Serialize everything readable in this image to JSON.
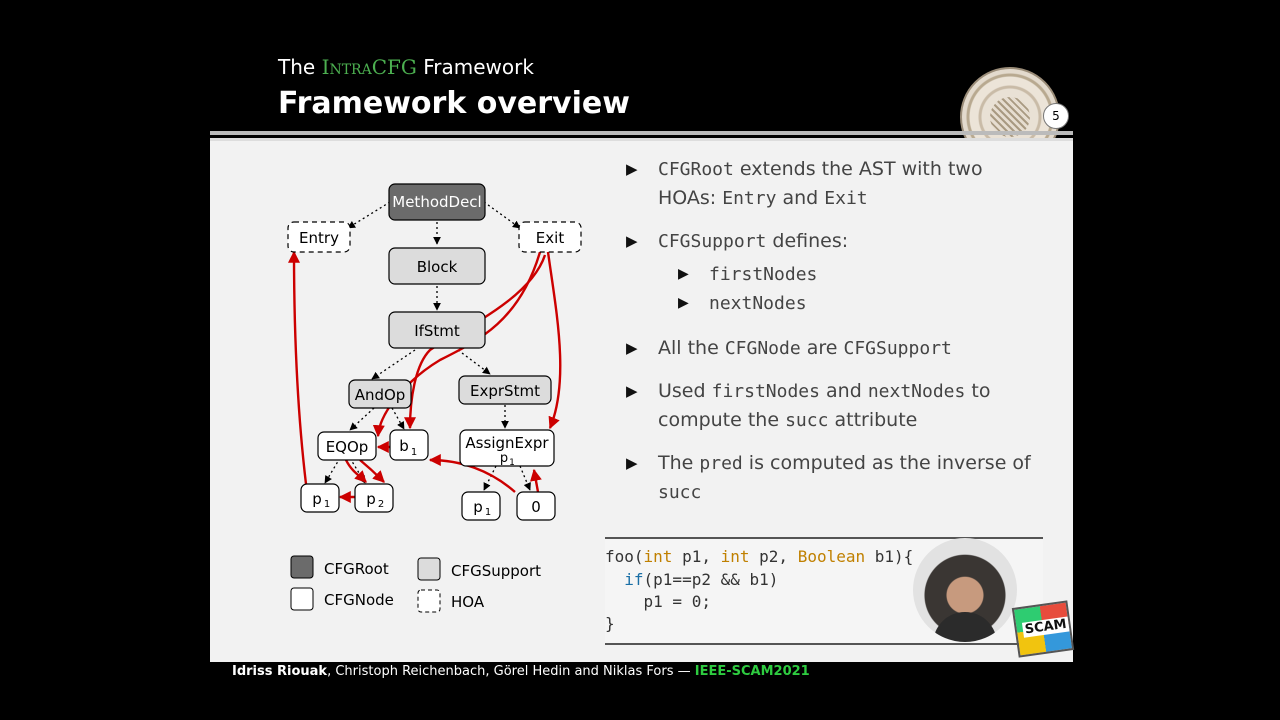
{
  "header": {
    "subtitle_pre": "The",
    "subtitle_accent": "IntraCFG",
    "subtitle_post": "Framework",
    "title": "Framework overview",
    "page_number": "5"
  },
  "diagram": {
    "nodes": {
      "method_decl": "MethodDecl",
      "entry": "Entry",
      "exit": "Exit",
      "block": "Block",
      "ifstmt": "IfStmt",
      "andop": "AndOp",
      "exprstmt": "ExprStmt",
      "eqop": "EQOp",
      "b1": "b",
      "b1_sub": "1",
      "assign_expr": "AssignExpr",
      "assign_p": "p",
      "assign_sub": "1",
      "p1": "p",
      "p1_sub": "1",
      "p2": "p",
      "p2_sub": "2",
      "p1b": "p",
      "p1b_sub": "1",
      "zero": "0"
    },
    "legend": {
      "cfgroot": "CFGRoot",
      "cfgsupport": "CFGSupport",
      "cfgnode": "CFGNode",
      "hoa": "HOA"
    },
    "colors": {
      "root": "#6b6b6b",
      "support": "#dcdcdc",
      "node": "#ffffff",
      "arrow": "#cc0000"
    }
  },
  "bullets": {
    "b1_mono1": "CFGRoot",
    "b1_t1": " extends the AST with two HOAs: ",
    "b1_mono2": "Entry",
    "b1_t2": " and ",
    "b1_mono3": "Exit",
    "b2_mono1": "CFGSupport",
    "b2_t1": " defines:",
    "sub1": "firstNodes",
    "sub2": "nextNodes",
    "b3_t1": "All the ",
    "b3_mono1": "CFGNode",
    "b3_t2": " are ",
    "b3_mono2": "CFGSupport",
    "b4_t1": "Used ",
    "b4_mono1": "firstNodes",
    "b4_t2": " and ",
    "b4_mono2": "nextNodes",
    "b4_t3": " to compute the ",
    "b4_mono3": "succ",
    "b4_t4": " attribute",
    "b5_t1": "The ",
    "b5_mono1": "pred",
    "b5_t2": " is computed as the inverse of ",
    "b5_mono2": "succ"
  },
  "code": {
    "l1_a": "foo(",
    "l1_kw1": "int",
    "l1_b": " p1, ",
    "l1_kw2": "int",
    "l1_c": " p2, ",
    "l1_kw3": "Boolean",
    "l1_d": " b1){",
    "l2_a": "  ",
    "l2_kw": "if",
    "l2_b": "(p1==p2 && b1)",
    "l3": "    p1 = 0;",
    "l4": "}"
  },
  "scam_logo": "SCAM",
  "footer": {
    "authors_bold": "Idriss Riouak",
    "authors_rest": ", Christoph Reichenbach, Görel Hedin and Niklas Fors — ",
    "venue": "IEEE-SCAM2021"
  }
}
